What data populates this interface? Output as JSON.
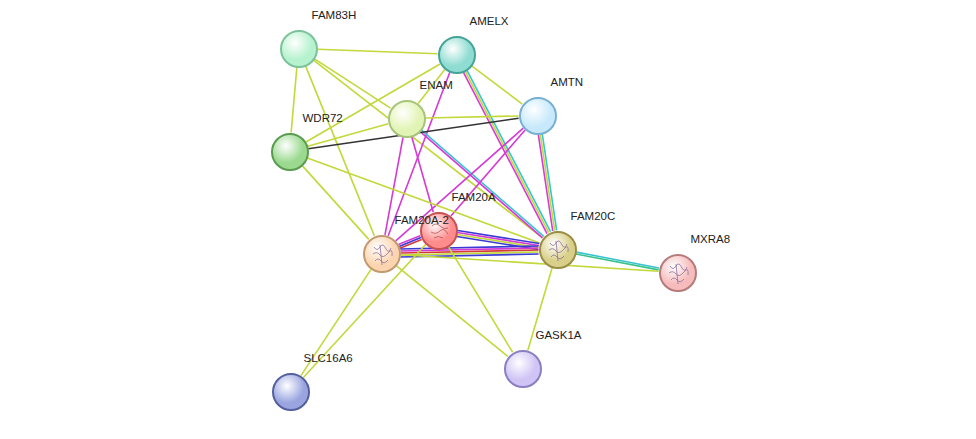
{
  "diagram": {
    "nodes": [
      {
        "text": [
          "FAM83H"
        ]
      },
      {
        "text": [
          "AMELX"
        ]
      },
      {
        "text": [
          "ENAM"
        ]
      },
      {
        "text": [
          "AMTN"
        ]
      },
      {
        "text": [
          "WDR72"
        ]
      },
      {
        "text": [
          "FAM20A"
        ]
      },
      {
        "text": [
          "FAM20A-2"
        ]
      },
      {
        "text": [
          "FAM20C"
        ]
      },
      {
        "text": [
          "MXRA8"
        ]
      },
      {
        "text": [
          "GASK1A"
        ]
      },
      {
        "text": [
          "SLC16A6"
        ]
      }
    ],
    "edges": [
      {
        "from": 0,
        "to": 4,
        "arrow": "none"
      },
      {
        "from": 0,
        "to": 2,
        "arrow": "none"
      },
      {
        "from": 0,
        "to": 1,
        "arrow": "none"
      },
      {
        "from": 0,
        "to": 6,
        "arrow": "none"
      },
      {
        "from": 0,
        "to": 7,
        "arrow": "none"
      },
      {
        "from": 1,
        "to": 4,
        "arrow": "none"
      },
      {
        "from": 1,
        "to": 2,
        "arrow": "none"
      },
      {
        "from": 1,
        "to": 3,
        "arrow": "none"
      },
      {
        "from": 1,
        "to": 7,
        "arrow": "none"
      },
      {
        "from": 1,
        "to": 6,
        "arrow": "none"
      },
      {
        "from": 2,
        "to": 4,
        "arrow": "none"
      },
      {
        "from": 2,
        "to": 3,
        "arrow": "none"
      },
      {
        "from": 2,
        "to": 5,
        "arrow": "none"
      },
      {
        "from": 2,
        "to": 6,
        "arrow": "none"
      },
      {
        "from": 2,
        "to": 7,
        "arrow": "none"
      },
      {
        "from": 3,
        "to": 4,
        "arrow": "none"
      },
      {
        "from": 3,
        "to": 5,
        "arrow": "none"
      },
      {
        "from": 3,
        "to": 6,
        "arrow": "none"
      },
      {
        "from": 3,
        "to": 7,
        "arrow": "none"
      },
      {
        "from": 4,
        "to": 6,
        "arrow": "none"
      },
      {
        "from": 4,
        "to": 7,
        "arrow": "none"
      },
      {
        "from": 5,
        "to": 6,
        "arrow": "none"
      },
      {
        "from": 5,
        "to": 7,
        "arrow": "none"
      },
      {
        "from": 6,
        "to": 7,
        "arrow": "none"
      },
      {
        "from": 5,
        "to": 9,
        "arrow": "none"
      },
      {
        "from": 5,
        "to": 10,
        "arrow": "none"
      },
      {
        "from": 6,
        "to": 10,
        "arrow": "none"
      },
      {
        "from": 6,
        "to": 9,
        "arrow": "none"
      },
      {
        "from": 7,
        "to": 9,
        "arrow": "none"
      },
      {
        "from": 7,
        "to": 8,
        "arrow": "none"
      },
      {
        "from": 6,
        "to": 8,
        "arrow": "none"
      }
    ]
  }
}
